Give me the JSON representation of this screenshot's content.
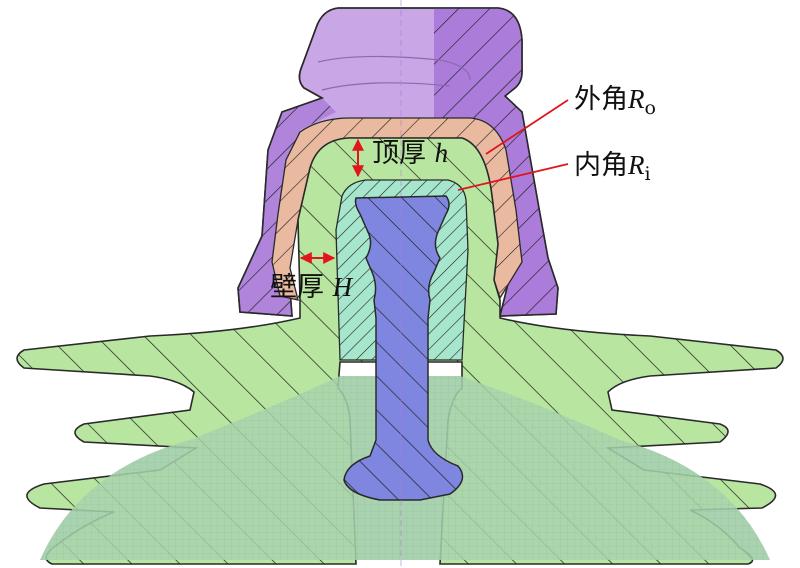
{
  "labels": {
    "top_thickness": {
      "text": "顶厚 ",
      "symbol": "h"
    },
    "wall_thickness": {
      "text": "壁厚 ",
      "symbol": "H"
    },
    "outer_angle": {
      "text": "外角",
      "symbol": "R",
      "subscript": "o"
    },
    "inner_angle": {
      "text": "内角",
      "symbol": "R",
      "subscript": "i"
    }
  },
  "colors": {
    "cap": "#c9a6e6",
    "cap_dark": "#9b6bd0",
    "cement": "#e9b9a0",
    "insulator": "#b8e6a0",
    "inner_cement": "#a6e6cc",
    "pin": "#7f86e0",
    "shadow": "#9ec8a6",
    "leader": "#e0161c",
    "outline": "#2a2a2a"
  }
}
